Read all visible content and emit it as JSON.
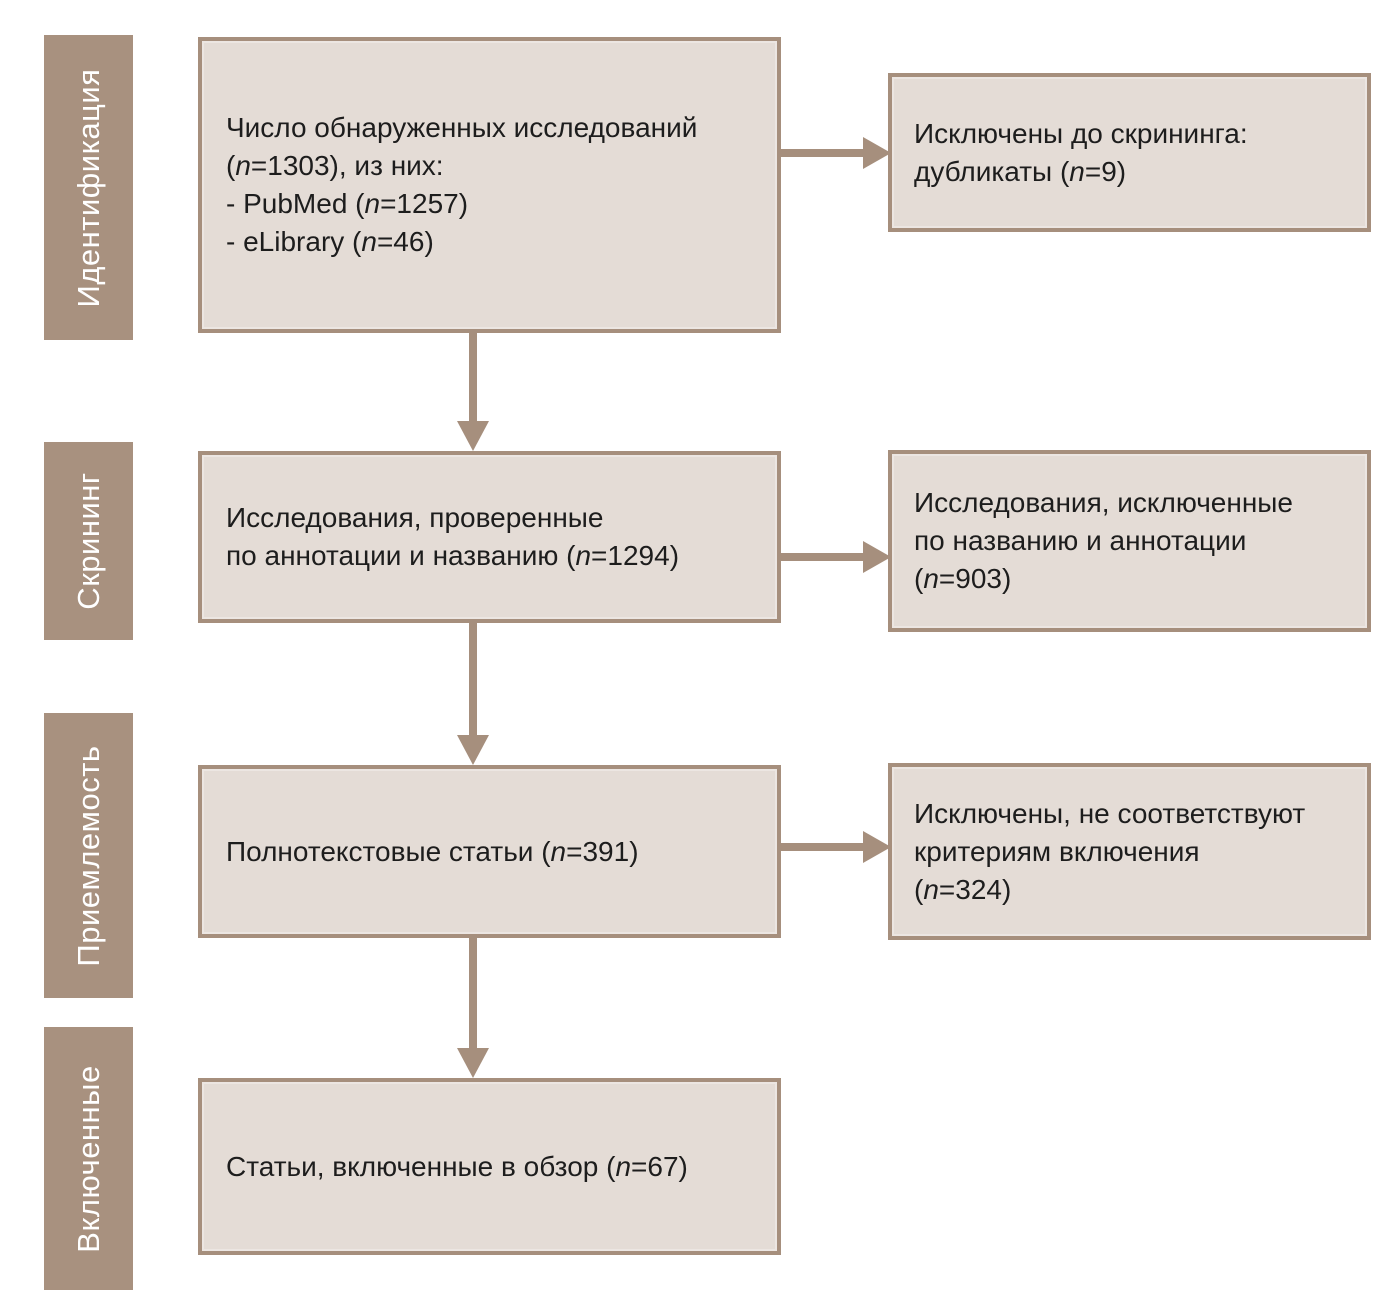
{
  "colors": {
    "accent": "#a68f7d",
    "stage_fill": "#a8917f",
    "stage_text": "#ffffff",
    "box_fill": "#e4dcd6",
    "box_border": "#a68f7d",
    "text": "#1d1d1d",
    "background": "#ffffff"
  },
  "stages": [
    {
      "label": "Идентификация"
    },
    {
      "label": "Скрининг"
    },
    {
      "label": "Приемлемость"
    },
    {
      "label": "Включенные"
    }
  ],
  "main_boxes": [
    {
      "id": "records-identified",
      "n": 1303,
      "lines": [
        [
          {
            "t": "Число обнаруженных исследований"
          }
        ],
        [
          {
            "t": "("
          },
          {
            "t": "n",
            "i": true
          },
          {
            "t": "=1303), из них:"
          }
        ],
        [
          {
            "t": "- PubMed ("
          },
          {
            "t": "n",
            "i": true
          },
          {
            "t": "=1257)"
          }
        ],
        [
          {
            "t": "- eLibrary ("
          },
          {
            "t": "n",
            "i": true
          },
          {
            "t": "=46)"
          }
        ]
      ]
    },
    {
      "id": "records-screened",
      "n": 1294,
      "lines": [
        [
          {
            "t": "Исследования, проверенные"
          }
        ],
        [
          {
            "t": "по аннотации и названию ("
          },
          {
            "t": "n",
            "i": true
          },
          {
            "t": "=1294)"
          }
        ]
      ]
    },
    {
      "id": "fulltext-articles",
      "n": 391,
      "lines": [
        [
          {
            "t": "Полнотекстовые статьи ("
          },
          {
            "t": "n",
            "i": true
          },
          {
            "t": "=391)"
          }
        ]
      ]
    },
    {
      "id": "articles-included",
      "n": 67,
      "lines": [
        [
          {
            "t": "Статьи, включенные в обзор ("
          },
          {
            "t": "n",
            "i": true
          },
          {
            "t": "=67)"
          }
        ]
      ]
    }
  ],
  "side_boxes": [
    {
      "id": "excluded-before-screening",
      "n": 9,
      "lines": [
        [
          {
            "t": "Исключены до скрининга:"
          }
        ],
        [
          {
            "t": "дубликаты ("
          },
          {
            "t": "n",
            "i": true
          },
          {
            "t": "=9)"
          }
        ]
      ]
    },
    {
      "id": "excluded-by-title-abstract",
      "n": 903,
      "lines": [
        [
          {
            "t": "Исследования, исключенные"
          }
        ],
        [
          {
            "t": "по названию и аннотации"
          }
        ],
        [
          {
            "t": "("
          },
          {
            "t": "n",
            "i": true
          },
          {
            "t": "=903)"
          }
        ]
      ]
    },
    {
      "id": "excluded-criteria",
      "n": 324,
      "lines": [
        [
          {
            "t": "Исключены, не соответствуют"
          }
        ],
        [
          {
            "t": "критериям включения"
          }
        ],
        [
          {
            "t": "("
          },
          {
            "t": "n",
            "i": true
          },
          {
            "t": "=324)"
          }
        ]
      ]
    }
  ]
}
